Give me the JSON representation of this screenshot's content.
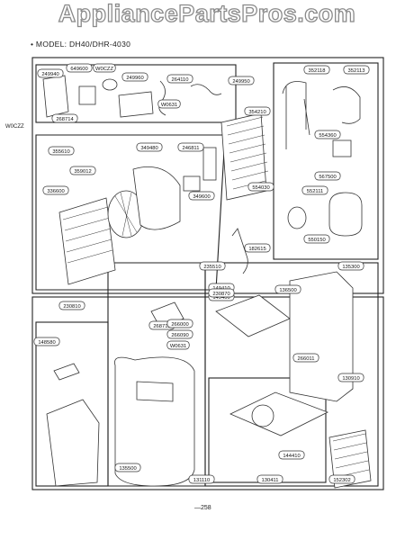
{
  "watermark": "AppliancePartsPros.com",
  "model_line": "• MODEL: DH40/DHR-4030",
  "side_code": "W0CZZ",
  "page_number": "—258",
  "part_labels": [
    {
      "id": "p1",
      "text": "249940"
    },
    {
      "id": "p2",
      "text": "649600"
    },
    {
      "id": "p3",
      "text": "W0CZZ"
    },
    {
      "id": "p4",
      "text": "249960"
    },
    {
      "id": "p5",
      "text": "264110"
    },
    {
      "id": "p6",
      "text": "268714"
    },
    {
      "id": "p7",
      "text": "W0631"
    },
    {
      "id": "p8",
      "text": "249950"
    },
    {
      "id": "p9",
      "text": "352118"
    },
    {
      "id": "p10",
      "text": "352113"
    },
    {
      "id": "p11",
      "text": "354210"
    },
    {
      "id": "p12",
      "text": "355610"
    },
    {
      "id": "p13",
      "text": "349480"
    },
    {
      "id": "p14",
      "text": "246811"
    },
    {
      "id": "p15",
      "text": "359012"
    },
    {
      "id": "p16",
      "text": "336600"
    },
    {
      "id": "p17",
      "text": "349600"
    },
    {
      "id": "p18",
      "text": "554030"
    },
    {
      "id": "p19",
      "text": "554360"
    },
    {
      "id": "p20",
      "text": "567500"
    },
    {
      "id": "p21",
      "text": "552111"
    },
    {
      "id": "p22",
      "text": "550150"
    },
    {
      "id": "p23",
      "text": "182615"
    },
    {
      "id": "p24",
      "text": "235510"
    },
    {
      "id": "p25",
      "text": "149410"
    },
    {
      "id": "p26",
      "text": "149400"
    },
    {
      "id": "p27",
      "text": "230810"
    },
    {
      "id": "p28",
      "text": "268712"
    },
    {
      "id": "p29",
      "text": "266000"
    },
    {
      "id": "p30",
      "text": "266090"
    },
    {
      "id": "p31",
      "text": "W0631"
    },
    {
      "id": "p32",
      "text": "148580"
    },
    {
      "id": "p33",
      "text": "230870"
    },
    {
      "id": "p34",
      "text": "136500"
    },
    {
      "id": "p35",
      "text": "135300"
    },
    {
      "id": "p36",
      "text": "266011"
    },
    {
      "id": "p37",
      "text": "130910"
    },
    {
      "id": "p38",
      "text": "135500"
    },
    {
      "id": "p39",
      "text": "131110"
    },
    {
      "id": "p40",
      "text": "130411"
    },
    {
      "id": "p41",
      "text": "144410"
    },
    {
      "id": "p42",
      "text": "152302"
    }
  ]
}
